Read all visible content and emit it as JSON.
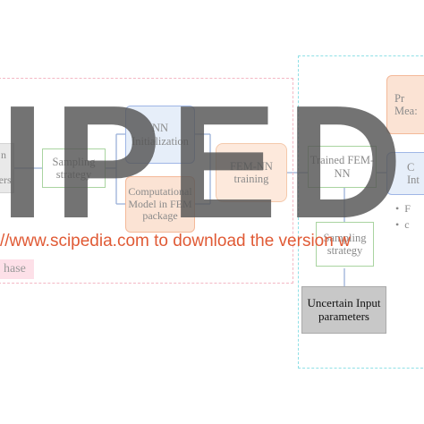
{
  "diagram": {
    "nodes": {
      "left_partial": "n\n\nters",
      "sampling_left": "Sampling\nstrategy",
      "nn_init": "NN\nInitialization",
      "comp_model": "Computational\nModel in FEM\npackage",
      "fem_nn_training": "FEM-NN\ntraining",
      "trained_fem_nn": "Trained FEM-\nNN",
      "sampling_right": "Sampling\nstrategy",
      "uncertain_input": "Uncertain Input\nparameters",
      "top_right_partial": "Pr\nMea:",
      "right_partial_int": "C\nInt",
      "bullet_1": "F",
      "bullet_2": "c"
    },
    "phase_label": "hase"
  },
  "watermark": {
    "letters": "IPED",
    "url_text": "//www.scipedia.com to download the version w"
  },
  "colors": {
    "watermark": "#555555",
    "url": "#e05a35",
    "nn_init_fill": "#e6eef9",
    "nn_init_border": "#9fb6e6",
    "comp_fill": "#fbe3d4",
    "comp_border": "#f4b999",
    "uncertain_fill": "#c8c8c8",
    "sampling_border": "#a9d4a0"
  }
}
